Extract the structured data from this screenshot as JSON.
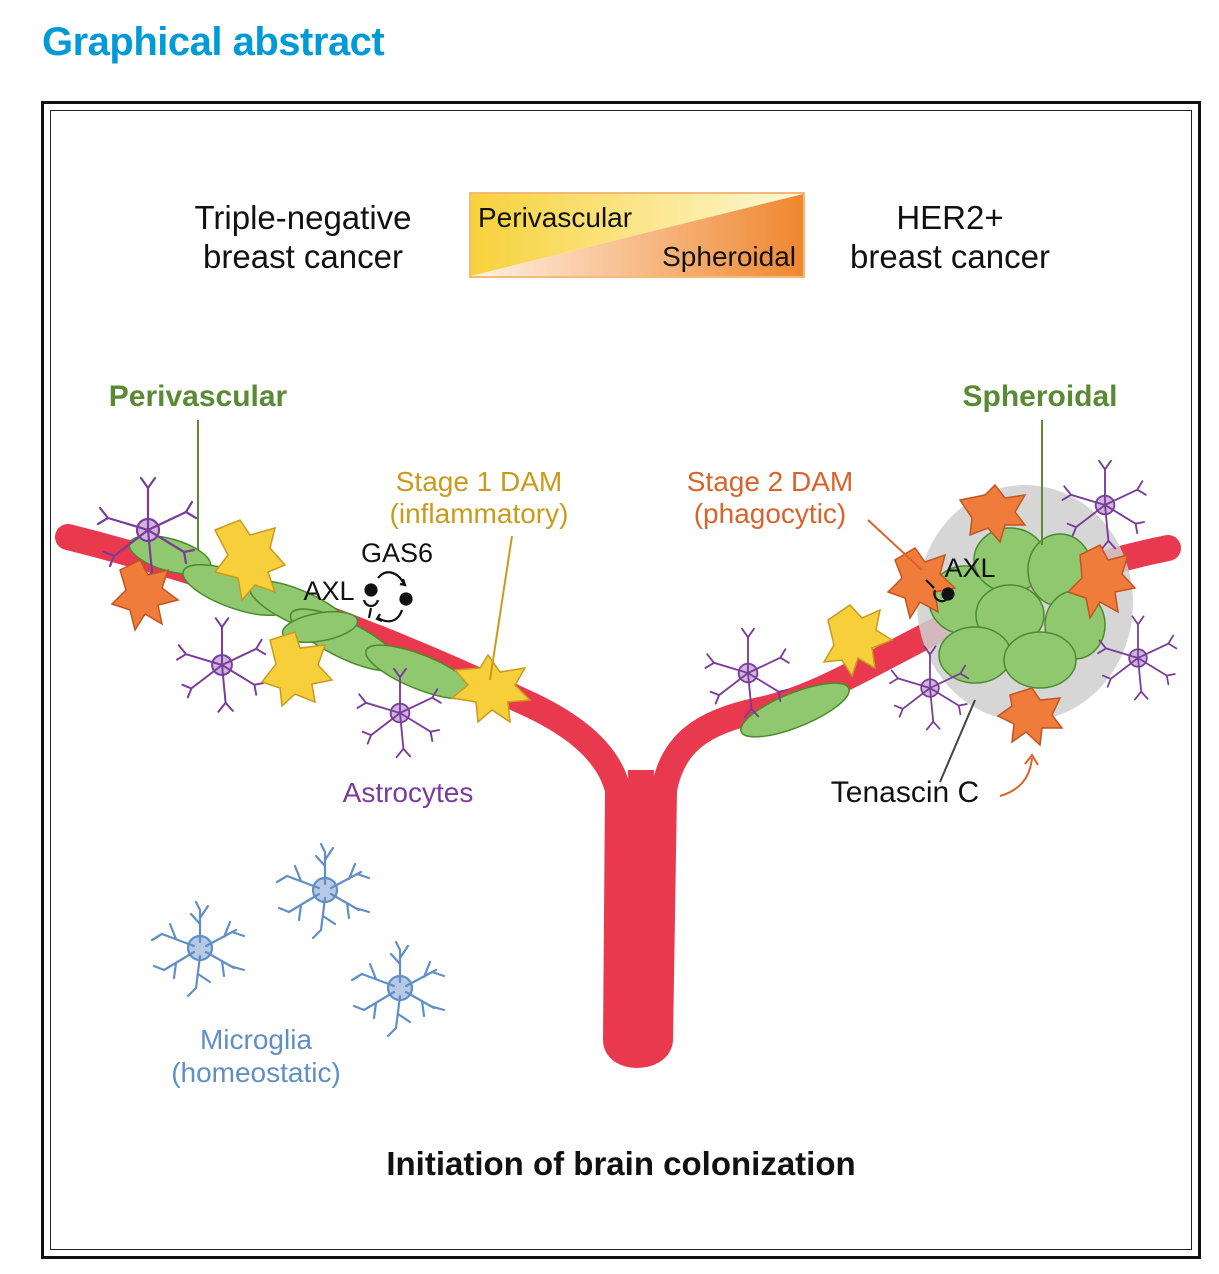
{
  "header": {
    "title": "Graphical abstract"
  },
  "top_row": {
    "left_subtype": [
      "Triple-negative",
      "breast cancer"
    ],
    "gradient_top": "Perivascular",
    "gradient_bottom": "Spheroidal",
    "right_subtype": [
      "HER2+",
      "breast cancer"
    ]
  },
  "labels": {
    "perivascular": "Perivascular",
    "spheroidal": "Spheroidal",
    "stage1": [
      "Stage 1 DAM",
      "(inflammatory)"
    ],
    "stage2": [
      "Stage 2 DAM",
      "(phagocytic)"
    ],
    "gas6": "GAS6",
    "axl_left": "AXL",
    "axl_right": "AXL",
    "astrocytes": "Astrocytes",
    "tenascin": "Tenascin C",
    "microglia": [
      "Microglia",
      "(homeostatic)"
    ],
    "footer": "Initiation of brain colonization"
  },
  "icons": [
    "astrocyte-icon",
    "microglia-icon",
    "stage1-dam-icon",
    "stage2-dam-icon",
    "tumor-cell-icon",
    "blood-vessel-icon"
  ],
  "colors": {
    "title": "#009bd6",
    "vessel": "#e8394f",
    "tumor": "#8fc86f",
    "tumor_stroke": "#4c8a2f",
    "stage1": "#f6cf3b",
    "stage1_text": "#c99a1c",
    "stage2": "#ef7c3a",
    "stage2_text": "#d9632a",
    "astrocyte": "#7a3b9b",
    "astrocyte_fill": "#cdb6dd",
    "microglia": "#5f8fc4",
    "microglia_fill": "#b7c9e4",
    "label_green": "#5a8a34",
    "halo": "#cfcfcf"
  }
}
